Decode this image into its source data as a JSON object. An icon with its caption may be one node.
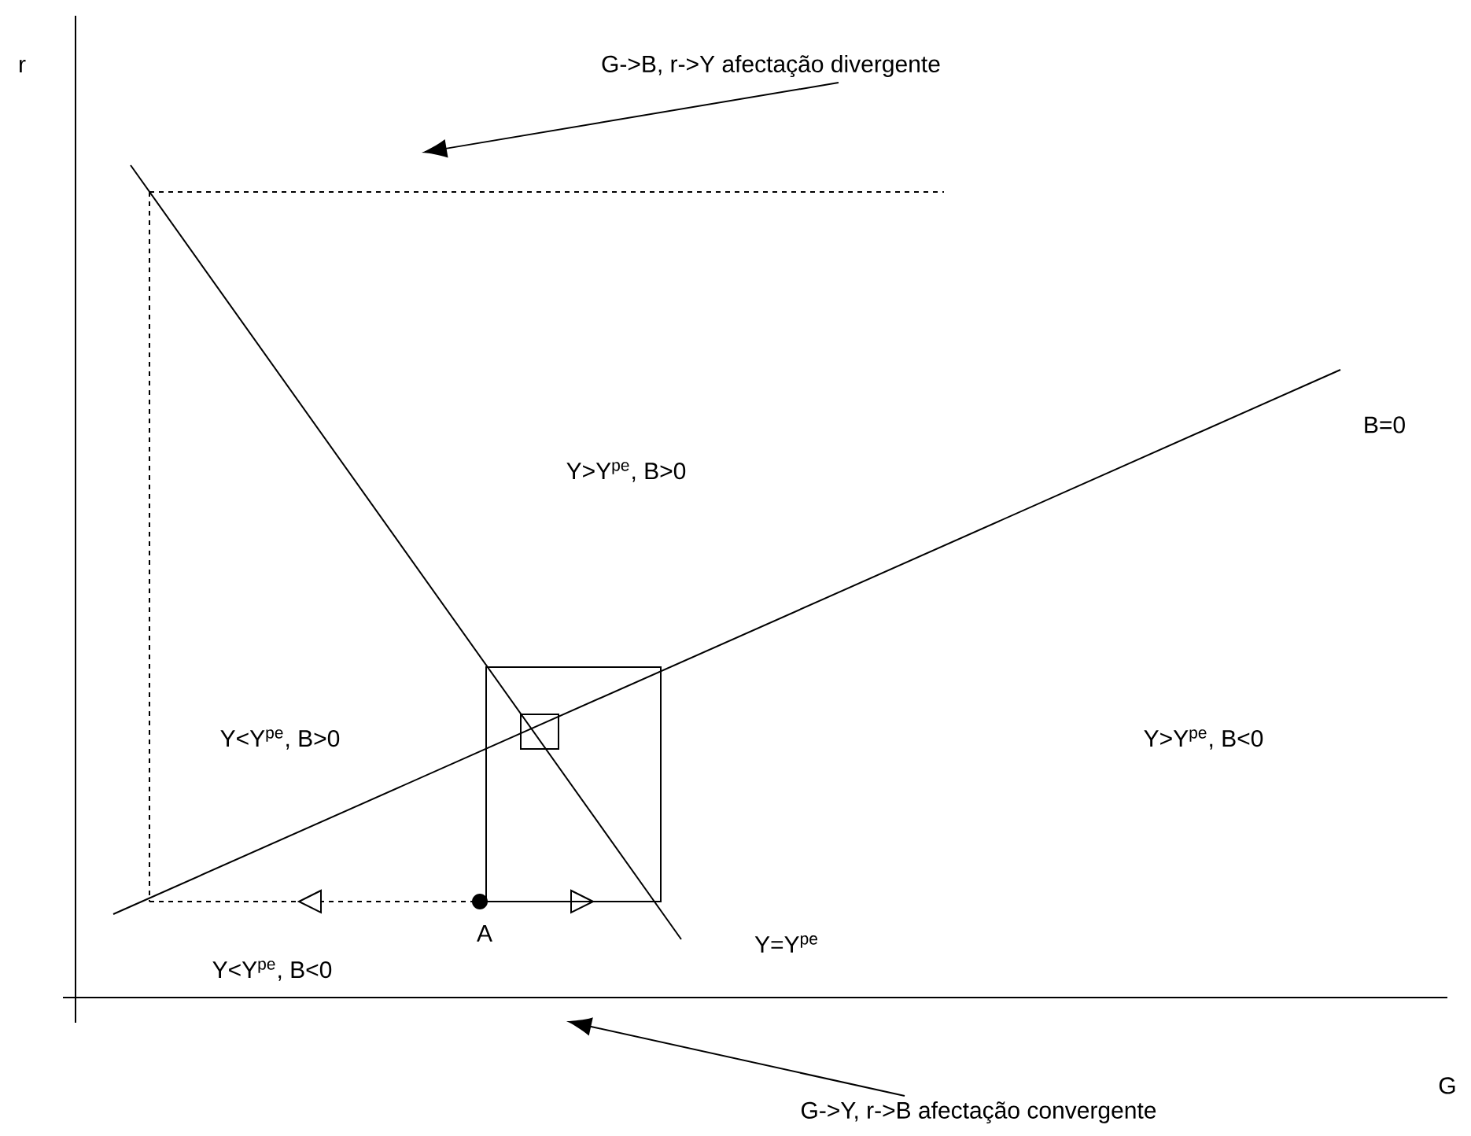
{
  "diagram": {
    "nodes": [
      {
        "text": [
          "G->B, r->Y afectação divergente"
        ]
      },
      {
        "text": [
          "G->Y, r->B afectação convergente"
        ]
      },
      {
        "text": [],
        "shape": "circle",
        "beside": [
          "A"
        ]
      }
    ],
    "edges": [
      {
        "from": 0,
        "to": null,
        "arrow": "to"
      },
      {
        "from": 1,
        "to": null,
        "arrow": "to"
      }
    ],
    "labels": [
      "r",
      "B=0",
      "Y>Y$^{pe}$, B>0",
      "Y<Y$^{pe}$, B>0",
      "Y>Y$^{pe}$, B<0",
      "Y=Y$^{pe}$",
      "Y<Y$^{pe}$, B<0",
      "G"
    ]
  }
}
